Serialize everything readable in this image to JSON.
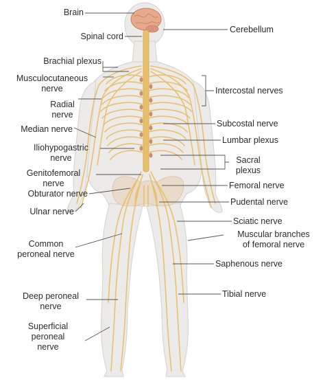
{
  "labels": {
    "brain": "Brain",
    "spinal_cord": "Spinal cord",
    "brachial_plexus": "Brachial plexus",
    "musculocutaneous_1": "Musculocutaneous",
    "musculocutaneous_2": "nerve",
    "radial_1": "Radial",
    "radial_2": "nerve",
    "median": "Median nerve",
    "iliohypogastric_1": "Iliohypogastric",
    "iliohypogastric_2": "nerve",
    "genitofemoral_1": "Genitofemoral",
    "genitofemoral_2": "nerve",
    "obturator": "Obturator nerve",
    "ulnar": "Ulnar nerve",
    "common_peroneal_1": "Common",
    "common_peroneal_2": "peroneal nerve",
    "deep_peroneal_1": "Deep peroneal",
    "deep_peroneal_2": "nerve",
    "superficial_peroneal_1": "Superficial",
    "superficial_peroneal_2": "peroneal",
    "superficial_peroneal_3": "nerve",
    "cerebellum": "Cerebellum",
    "intercostal": "Intercostal nerves",
    "subcostal": "Subcostal nerve",
    "lumbar_plexus": "Lumbar plexus",
    "sacral_1": "Sacral",
    "sacral_2": "plexus",
    "femoral": "Femoral nerve",
    "pudendal": "Pudental nerve",
    "sciatic": "Sciatic nerve",
    "muscular_branches_1": "Muscular branches",
    "muscular_branches_2": "of femoral nerve",
    "saphenous": "Saphenous nerve",
    "tibial": "Tibial nerve"
  },
  "colors": {
    "body_fill": "#ecebe9",
    "body_outline": "#d9d6d2",
    "nerve": "#e8c06c",
    "nerve_dark": "#d6a24a",
    "ganglion": "#c98f6d",
    "brain": "#e6a98c",
    "brain_outline": "#c97f63",
    "pointer": "#555555"
  }
}
